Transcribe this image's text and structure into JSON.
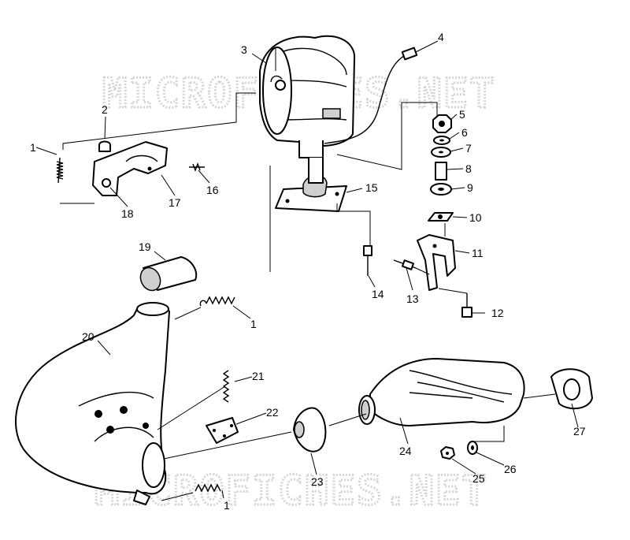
{
  "watermark": "MICROFICHES.NET",
  "callouts": [
    "1",
    "2",
    "3",
    "4",
    "5",
    "6",
    "7",
    "8",
    "9",
    "10",
    "11",
    "12",
    "13",
    "14",
    "15",
    "16",
    "17",
    "18",
    "19",
    "20",
    "21",
    "22",
    "23",
    "24",
    "25",
    "26",
    "27"
  ],
  "colors": {
    "line": "#000000",
    "background": "#ffffff",
    "watermark": "#d4d4d4",
    "shade": "#cfcfcf"
  }
}
